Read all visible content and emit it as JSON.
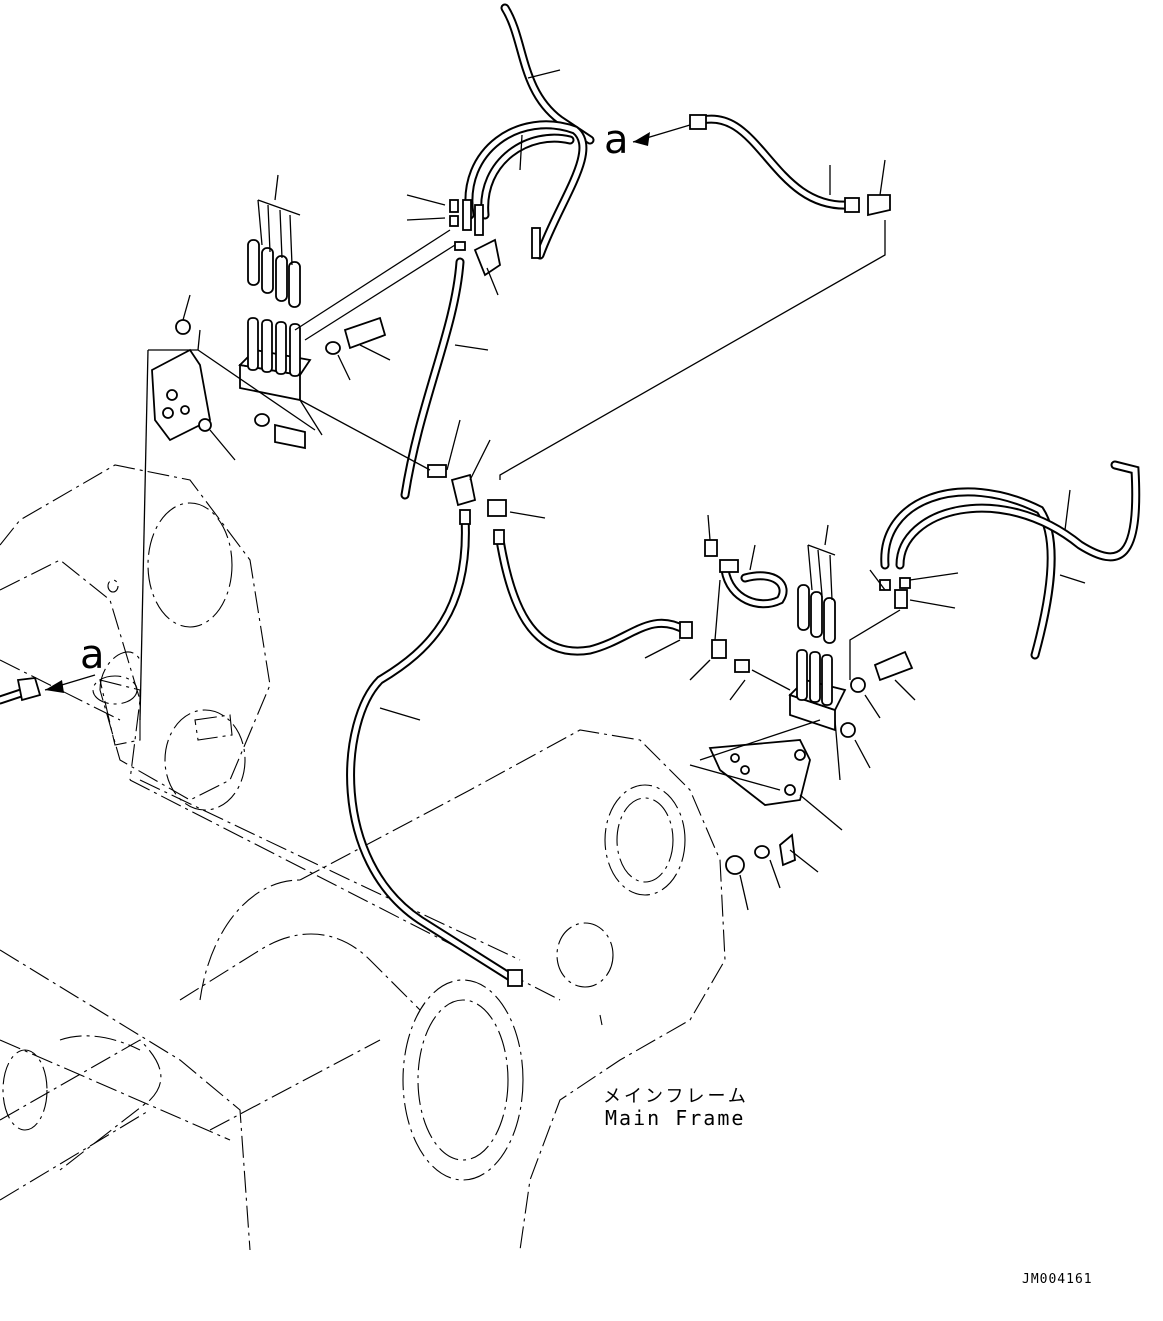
{
  "diagram": {
    "reference_marks": {
      "top_right": "a",
      "left": "a"
    },
    "frame_label": {
      "japanese": "メインフレーム",
      "english": "Main Frame"
    },
    "drawing_number": "JM004161"
  }
}
